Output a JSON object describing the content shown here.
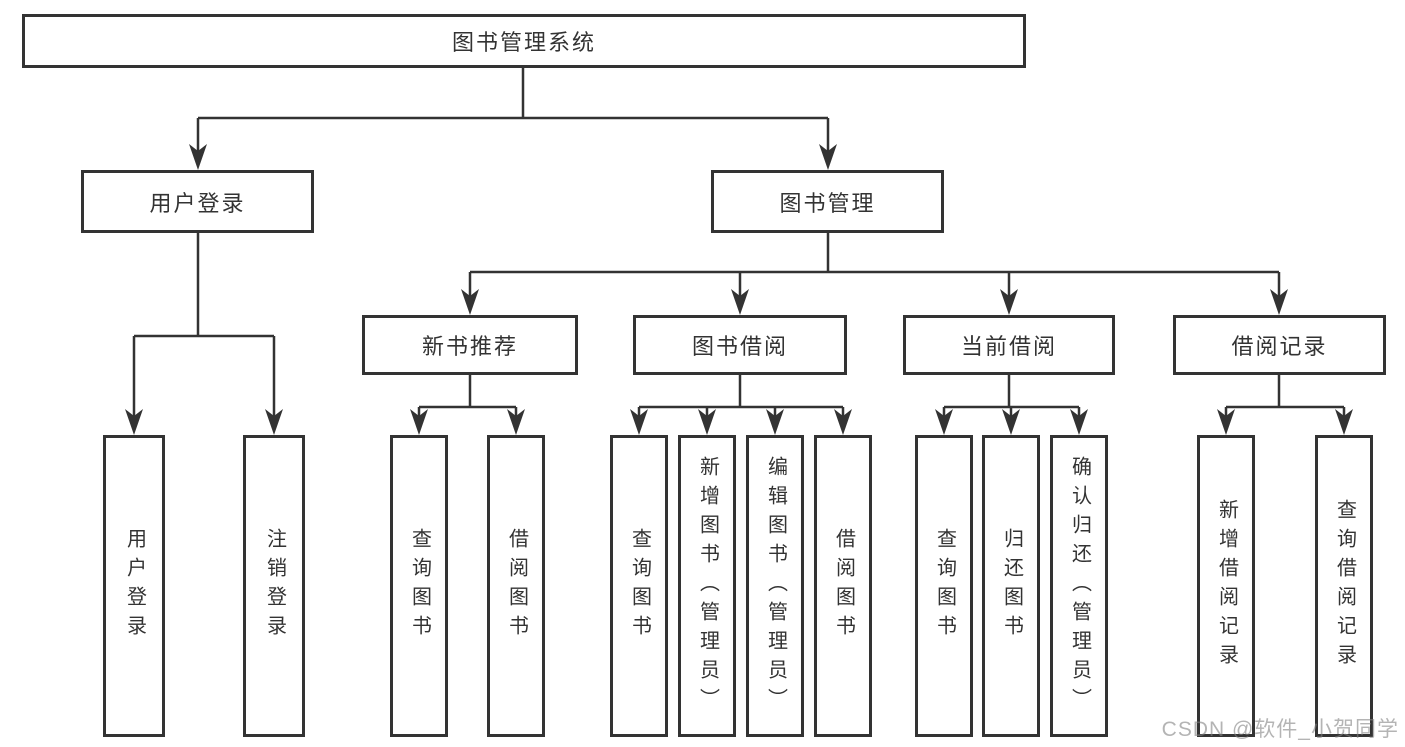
{
  "diagram": {
    "root": "图书管理系统",
    "level2": {
      "user_login": "用户登录",
      "book_mgmt": "图书管理"
    },
    "level3": {
      "new_books": "新书推荐",
      "book_borrow": "图书借阅",
      "current_borrow": "当前借阅",
      "borrow_records": "借阅记录"
    },
    "leaves": {
      "user_login": [
        "用户登录",
        "注销登录"
      ],
      "new_books": [
        "查询图书",
        "借阅图书"
      ],
      "book_borrow": [
        "查询图书",
        "新增图书（管理员）",
        "编辑图书（管理员）",
        "借阅图书"
      ],
      "current_borrow": [
        "查询图书",
        "归还图书",
        "确认归还（管理员）"
      ],
      "borrow_records": [
        "新增借阅记录",
        "查询借阅记录"
      ]
    },
    "colors": {
      "line": "#333333",
      "text": "#333333",
      "box_bg": "#ffffff"
    }
  },
  "watermark": {
    "text": "CSDN @软件_小贺同学"
  }
}
